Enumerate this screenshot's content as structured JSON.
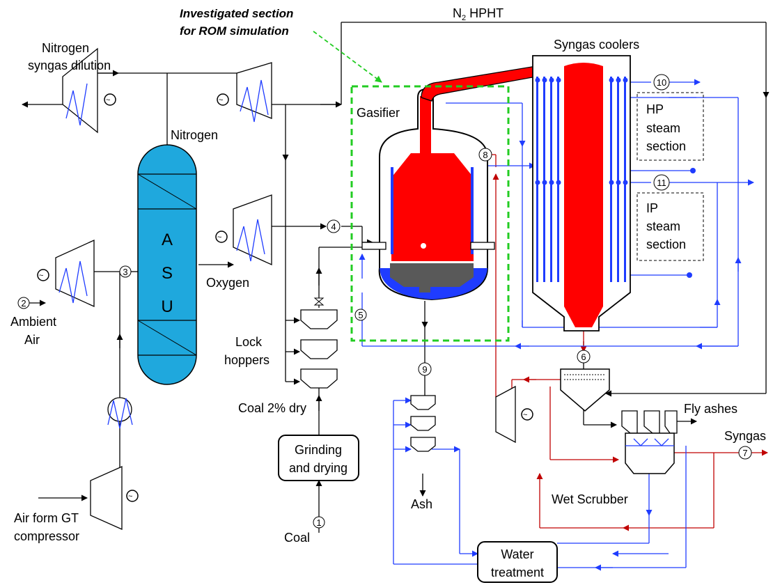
{
  "labels": {
    "roi_line1": "Investigated section",
    "roi_line2": "for ROM simulation",
    "n2_hpht_main": "N",
    "n2_hpht_sub": "2",
    "n2_hpht_rest": " HPHT",
    "syngas_coolers": "Syngas coolers",
    "nitrogen_dilution_1": "Nitrogen",
    "nitrogen_dilution_2": "syngas dilution",
    "nitrogen": "Nitrogen",
    "gasifier": "Gasifier",
    "hp_1": "HP",
    "hp_2": "steam",
    "hp_3": "section",
    "ip_1": "IP",
    "ip_2": "steam",
    "ip_3": "section",
    "asu_a": "A",
    "asu_s": "S",
    "asu_u": "U",
    "oxygen": "Oxygen",
    "ambient_1": "Ambient",
    "ambient_2": "Air",
    "lock_1": "Lock",
    "lock_2": "hoppers",
    "coal_dry": "Coal 2% dry",
    "grinding_1": "Grinding",
    "grinding_2": "and drying",
    "coal": "Coal",
    "air_gt_1": "Air form GT",
    "air_gt_2": "compressor",
    "fly_ashes": "Fly ashes",
    "syngas": "Syngas",
    "wet_scrubber": "Wet Scrubber",
    "ash": "Ash",
    "water_1": "Water",
    "water_2": "treatment"
  },
  "streams": {
    "s1": "1",
    "s2": "2",
    "s3": "3",
    "s4": "4",
    "s5": "5",
    "s6": "6",
    "s7": "7",
    "s8": "8",
    "s9": "9",
    "s10": "10",
    "s11": "11"
  },
  "colors": {
    "asu_fill": "#1fa8dd",
    "gasifier_red": "#ff0000",
    "slag_grey": "#595959",
    "water_blue": "#1f3cff",
    "red_line": "#c00000",
    "roi_green": "#22cc22"
  }
}
